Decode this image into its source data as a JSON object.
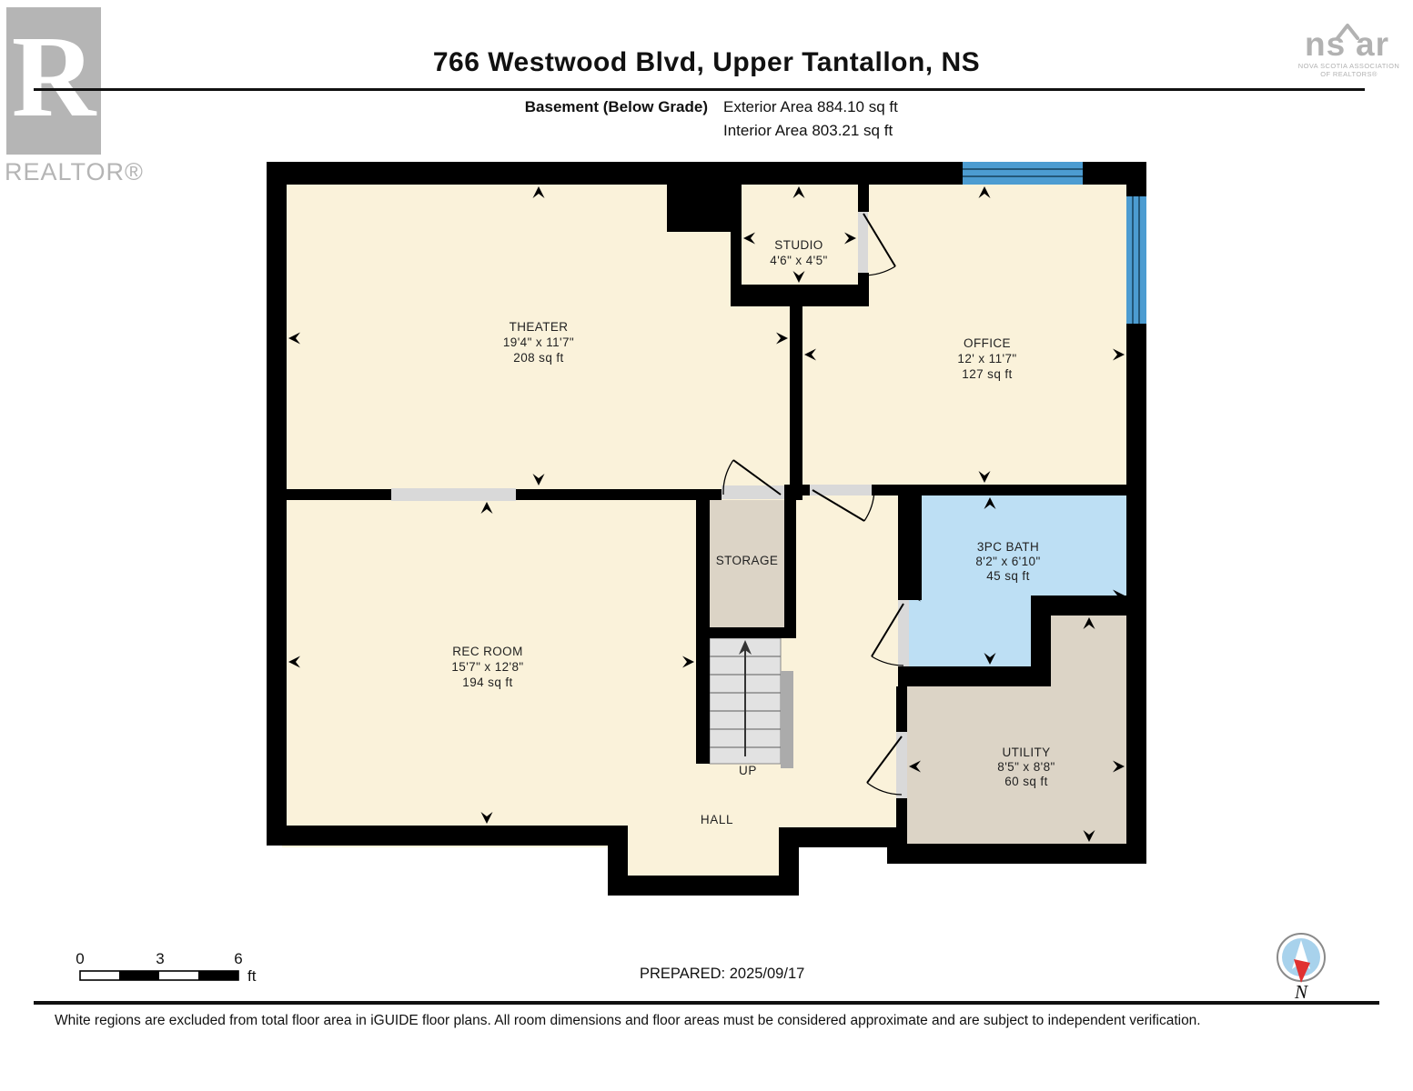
{
  "header": {
    "title": "766 Westwood Blvd, Upper Tantallon, NS",
    "floor_label": "Basement (Below Grade)",
    "exterior_area": "Exterior Area 884.10 sq ft",
    "interior_area": "Interior Area 803.21 sq ft"
  },
  "branding": {
    "realtor_letter": "R",
    "realtor_word": "REALTOR®",
    "nsar_ns": "ns",
    "nsar_ar": "ar",
    "nsar_line1": "NOVA SCOTIA ASSOCIATION",
    "nsar_line2": "OF REALTORS®"
  },
  "rooms": {
    "theater": {
      "name": "THEATER",
      "dims": "19'4\" x 11'7\"",
      "area": "208 sq ft"
    },
    "studio": {
      "name": "STUDIO",
      "dims": "4'6\" x 4'5\""
    },
    "office": {
      "name": "OFFICE",
      "dims": "12' x 11'7\"",
      "area": "127 sq ft"
    },
    "storage": {
      "name": "STORAGE"
    },
    "rec_room": {
      "name": "REC ROOM",
      "dims": "15'7\" x 12'8\"",
      "area": "194 sq ft"
    },
    "bath": {
      "name": "3PC BATH",
      "dims": "8'2\" x 6'10\"",
      "area": "45 sq ft"
    },
    "utility": {
      "name": "UTILITY",
      "dims": "8'5\" x 8'8\"",
      "area": "60 sq ft"
    },
    "stairs": {
      "label": "UP"
    },
    "hall": {
      "name": "HALL"
    }
  },
  "scale_bar": {
    "labels": [
      "0",
      "3",
      "6"
    ],
    "unit": "ft"
  },
  "footer": {
    "prepared": "PREPARED: 2025/09/17",
    "compass_label": "N",
    "disclaimer": "White regions are excluded from total floor area in iGUIDE floor plans. All room dimensions and floor areas must be considered approximate and are subject to independent verification."
  },
  "colors": {
    "wall": "#000000",
    "floor_cream": "#FAF2DA",
    "floor_beige": "#DCD4C6",
    "floor_bath_blue": "#BDDFF4",
    "window_blue": "#4C9CD1",
    "stairs_gray": "#E2E2E2",
    "door_sill_gray": "#D9D9D9",
    "logo_gray": "#B5B5B5",
    "compass_blue": "#A8D2EC",
    "compass_red": "#E03131"
  }
}
